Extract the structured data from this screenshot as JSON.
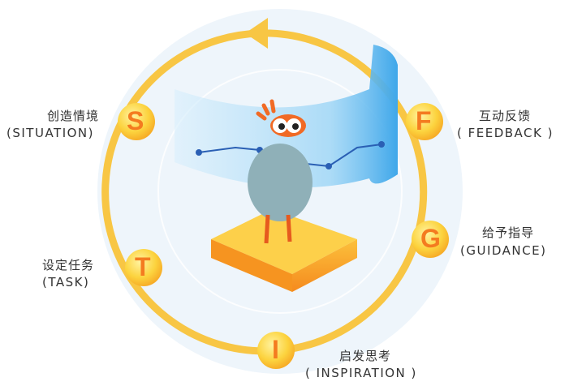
{
  "stages": [
    {
      "letter": "S",
      "cn": "创造情境",
      "en": "(SITUATION)"
    },
    {
      "letter": "F",
      "cn": "互动反馈",
      "en": "( FEEDBACK )"
    },
    {
      "letter": "G",
      "cn": "给予指导",
      "en": "(GUIDANCE)"
    },
    {
      "letter": "T",
      "cn": "设定任务",
      "en": "(TASK)"
    },
    {
      "letter": "I",
      "cn": "启发思考",
      "en": "( INSPIRATION )"
    }
  ],
  "colors": {
    "ring": "#f8c644",
    "letter": "#f47b20",
    "screen": "#8fd0f5",
    "platform": "#f7a123",
    "gear": "#eef5fb"
  }
}
